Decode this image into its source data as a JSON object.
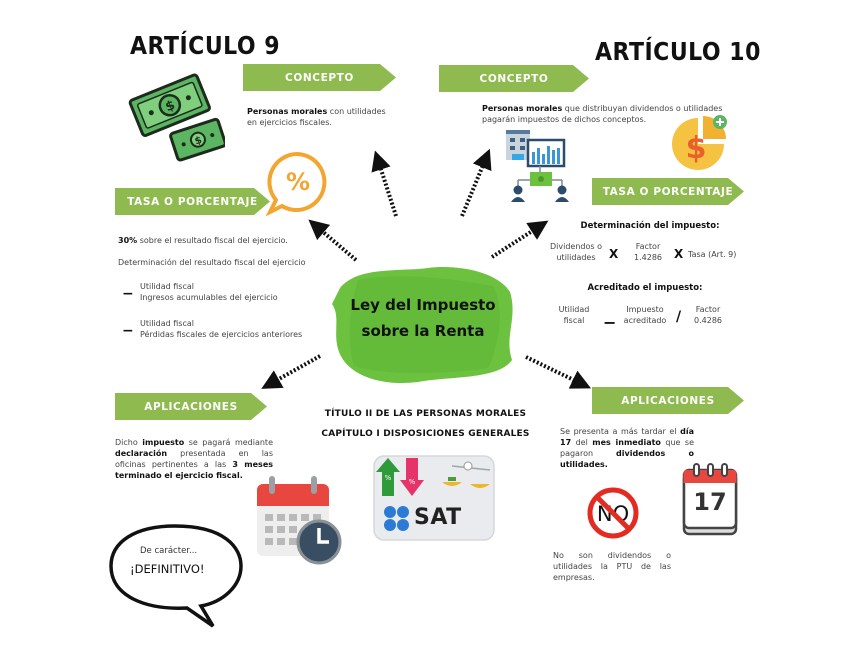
{
  "article9": {
    "title": "ARTÍCULO 9",
    "concepto": {
      "label": "CONCEPTO",
      "bold": "Personas morales",
      "text": " con utilidades en ejercicios fiscales."
    },
    "tasa": {
      "label": "TASA O PORCENTAJE",
      "line1_bold": "30%",
      "line1": " sobre el resultado fiscal del ejercicio.",
      "line2": "Determinación del resultado fiscal del ejercicio",
      "formula": [
        {
          "op": "−",
          "top": "Utilidad fiscal",
          "bottom": "Ingresos acumulables del ejercicio"
        },
        {
          "op": "−",
          "top": "Utilidad fiscal",
          "bottom": "Pérdidas fiscales de ejercicios anteriores"
        }
      ]
    },
    "aplicaciones": {
      "label": "APLICACIONES",
      "parts": [
        "Dicho ",
        "impuesto",
        " se pagará mediante ",
        "declaración",
        " presentada en las oficinas pertinentes a las ",
        "3 meses",
        " ",
        "terminado el ejercicio fiscal."
      ]
    },
    "speech": {
      "line1": "De carácter...",
      "line2": "¡DEFINITIVO!"
    }
  },
  "article10": {
    "title": "ARTÍCULO 10",
    "concepto": {
      "label": "CONCEPTO",
      "bold": "Personas morales",
      "text": " que distribuyan dividendos o utilidades pagarán impuestos de dichos conceptos."
    },
    "tasa": {
      "label": "TASA O PORCENTAJE",
      "determinacion_heading": "Determinación del impuesto:",
      "determinacion": {
        "a": "Dividendos o utilidades",
        "op1": "X",
        "b": "Factor 1.4286",
        "op2": "X",
        "c": "Tasa (Art. 9)"
      },
      "acreditado_heading": "Acreditado el impuesto:",
      "acreditado": {
        "a": "Utilidad fiscal",
        "op1": "−",
        "b": "Impuesto acreditado",
        "op2": "/",
        "c": "Factor 0.4286"
      }
    },
    "aplicaciones": {
      "label": "APLICACIONES",
      "parts": [
        "Se presenta a más tardar el ",
        "día 17",
        " del ",
        "mes inmediato",
        " que se pagaron ",
        "dividendos o utilidades."
      ],
      "note": "No son dividendos o utilidades la PTU de las empresas.",
      "calendar_day": "17",
      "no_label": "NO"
    }
  },
  "center": {
    "title_line1": "Ley del Impuesto",
    "title_line2": "sobre la Renta",
    "subtitle_line1": "TÍTULO II DE LAS PERSONAS MORALES",
    "subtitle_line2": "CAPÍTULO I DISPOSICIONES GENERALES",
    "logo_text": "SAT"
  },
  "colors": {
    "banner_green": "#8fba4f",
    "blob_green": "#6cc13e",
    "money_green": "#5bb562",
    "percent_orange": "#f3a530",
    "calendar_red": "#e8473f",
    "sat_blue": "#2b7bd6",
    "arrow_black": "#111111"
  }
}
